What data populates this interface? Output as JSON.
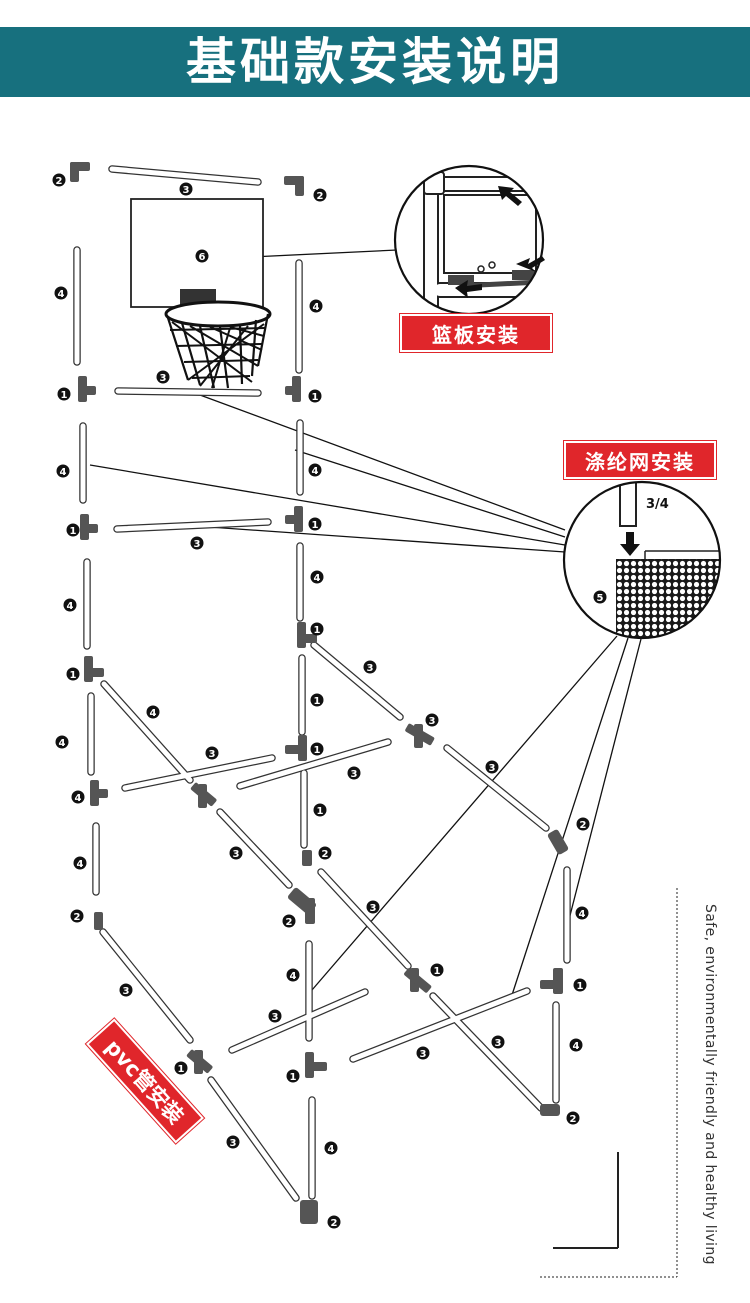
{
  "header": {
    "title": "基础款安装说明"
  },
  "labels": {
    "backboard": "篮板安装",
    "net": "涤纶网安装",
    "pvc": "pvc管安装"
  },
  "side_text": "Safe, environmentally friendly and healthy living",
  "callout_part_label": "3/4",
  "part_numbers": [
    "2",
    "2",
    "3",
    "6",
    "4",
    "4",
    "3",
    "1",
    "1",
    "4",
    "4",
    "1",
    "1",
    "3",
    "4",
    "4",
    "1",
    "1",
    "3",
    "4",
    "1",
    "4",
    "3",
    "3",
    "1",
    "3",
    "4",
    "1",
    "3",
    "2",
    "3",
    "4",
    "2",
    "2",
    "3",
    "1",
    "4",
    "2",
    "1",
    "4",
    "3",
    "3",
    "3",
    "1",
    "3",
    "2",
    "4",
    "1",
    "3",
    "4",
    "2",
    "5"
  ],
  "colors": {
    "header": "#17707e",
    "label": "#e0262b",
    "line": "#111111"
  },
  "icons": [
    "basketball-hoop-icon",
    "backboard-icon",
    "net-mesh-icon",
    "arrow-icon"
  ]
}
